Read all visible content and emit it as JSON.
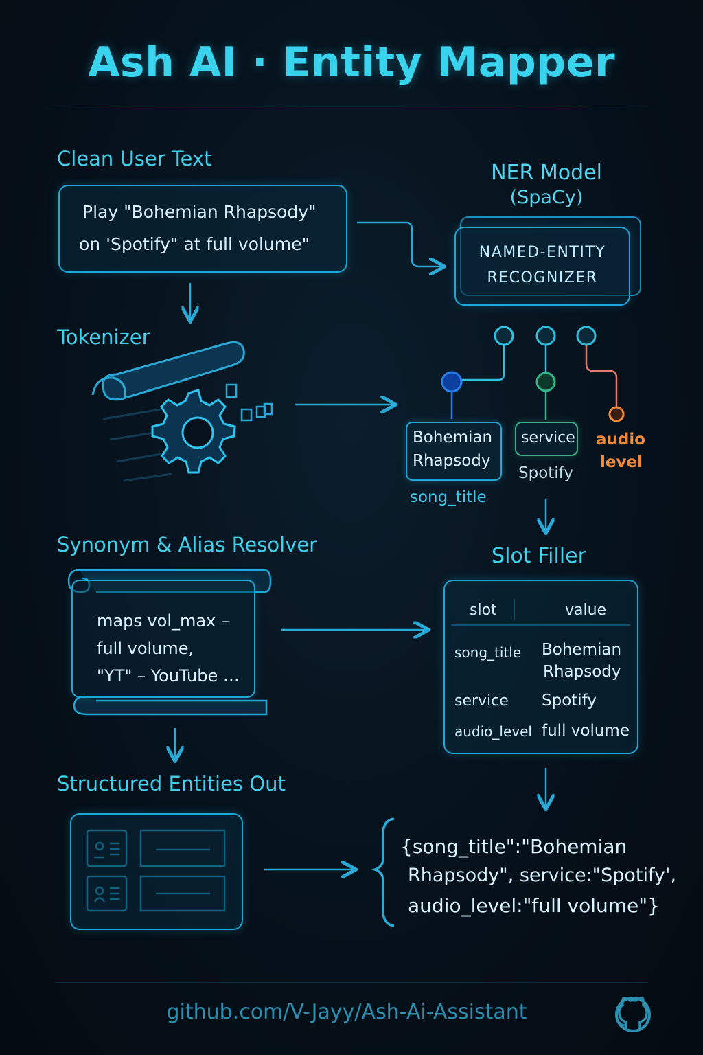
{
  "title": "Ash AI · Entity Mapper",
  "sections": {
    "clean_text": {
      "heading": "Clean User Text",
      "lines": [
        "Play \"Bohemian Rhapsody\"",
        "on 'Spotify\" at full volume\""
      ]
    },
    "ner_model": {
      "heading": "NER Model",
      "subheading": "(SpaCy)",
      "box_lines": [
        "NAMED-ENTITY",
        "RECOGNIZER"
      ]
    },
    "tokenizer": {
      "heading": "Tokenizer"
    },
    "entities": {
      "song": {
        "lines": [
          "Bohemian",
          "Rhapsody"
        ],
        "label": "song_title"
      },
      "service": {
        "tag": "service",
        "label": "Spotify"
      },
      "audio": {
        "lines": [
          "audio",
          "level"
        ]
      }
    },
    "resolver": {
      "heading": "Synonym & Alias Resolver",
      "lines": [
        "maps  vol_max –",
        "full volume,",
        "\"YT\" – YouTube …"
      ]
    },
    "slot_filler": {
      "heading": "Slot Filler",
      "col_slot": "slot",
      "col_value": "value",
      "rows": [
        {
          "slot": "song_title",
          "value": [
            "Bohemian",
            "Rhapsody"
          ]
        },
        {
          "slot": "service",
          "value": [
            "Spotify"
          ]
        },
        {
          "slot": "audio_level",
          "value": [
            "full volume"
          ]
        }
      ]
    },
    "output": {
      "heading": "Structured Entities Out",
      "json_lines": [
        "{song_title\":\"Bohemian",
        "Rhapsody\", service:\"Spotify',",
        "audio_level:\"full volume\"}"
      ]
    }
  },
  "footer": {
    "link": "github.com/V-Jayy/Ash-Ai-Assistant",
    "icon": "github-icon"
  },
  "colors": {
    "accent": "#3ad3ee",
    "box_border": "#1fa8d6",
    "green": "#35b58a",
    "orange": "#f08a3c",
    "pink": "#e07a6a"
  }
}
